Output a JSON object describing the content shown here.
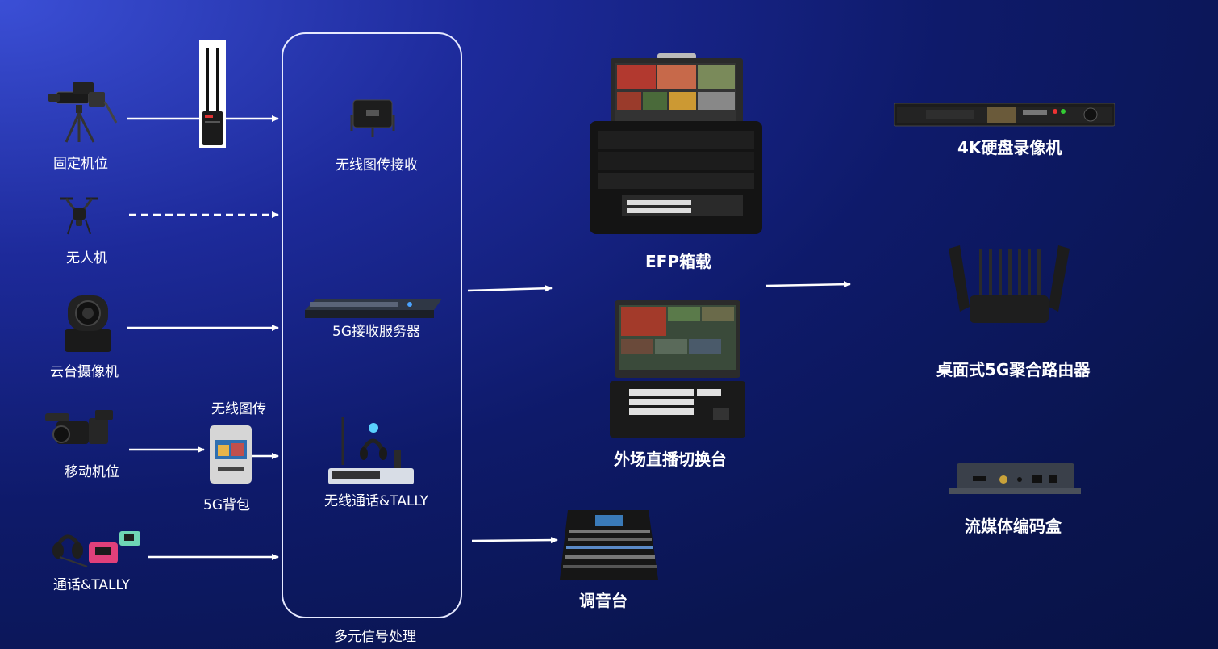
{
  "sources": {
    "fixed_camera": "固定机位",
    "drone": "无人机",
    "ptz_camera": "云台摄像机",
    "mobile_camera": "移动机位",
    "intercom_tally": "通话&TALLY"
  },
  "relay": {
    "wireless_tx_title": "无线图传",
    "backpack_5g": "5G背包"
  },
  "processing": {
    "wireless_rx": "无线图传接收",
    "server_5g": "5G接收服务器",
    "wireless_intercom": "无线通话&TALLY",
    "group_title": "多元信号处理"
  },
  "center": {
    "efp": "EFP箱载",
    "switcher": "外场直播切换台",
    "mixer": "调音台"
  },
  "outputs": {
    "recorder_4k": "4K硬盘录像机",
    "router_5g": "桌面式5G聚合路由器",
    "encoder": "流媒体编码盒"
  },
  "icons": [
    "camera-on-tripod-icon",
    "wireless-transmitter-icon",
    "drone-icon",
    "ptz-camera-icon",
    "camcorder-icon",
    "5g-backpack-icon",
    "headset-tally-icon",
    "panel-receiver-icon",
    "rack-server-icon",
    "intercom-base-icon",
    "efp-case-icon",
    "live-switcher-icon",
    "audio-mixer-icon",
    "disk-recorder-icon",
    "5g-router-icon",
    "encoder-box-icon"
  ],
  "colors": {
    "accent": "#ffffff",
    "background": "#0e1a6a"
  }
}
